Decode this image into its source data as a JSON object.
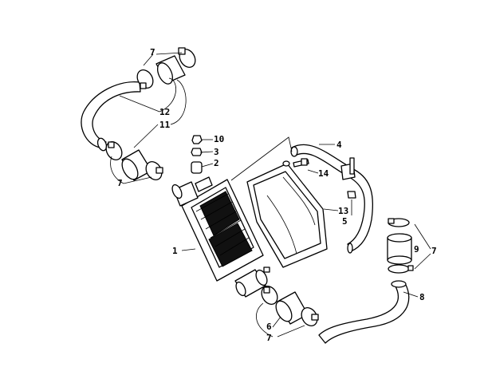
{
  "callouts": {
    "c1": "1",
    "c2": "2",
    "c3": "3",
    "c4": "4",
    "c5": "5",
    "c6": "6",
    "c7a": "7",
    "c7b": "7",
    "c7c": "7",
    "c7d": "7",
    "c8": "8",
    "c9": "9",
    "c10": "10",
    "c11": "11",
    "c12": "12",
    "c13": "13",
    "c14": "14"
  },
  "colors": {
    "line": "#000000",
    "background": "#ffffff",
    "fin_fill": "#111111"
  }
}
